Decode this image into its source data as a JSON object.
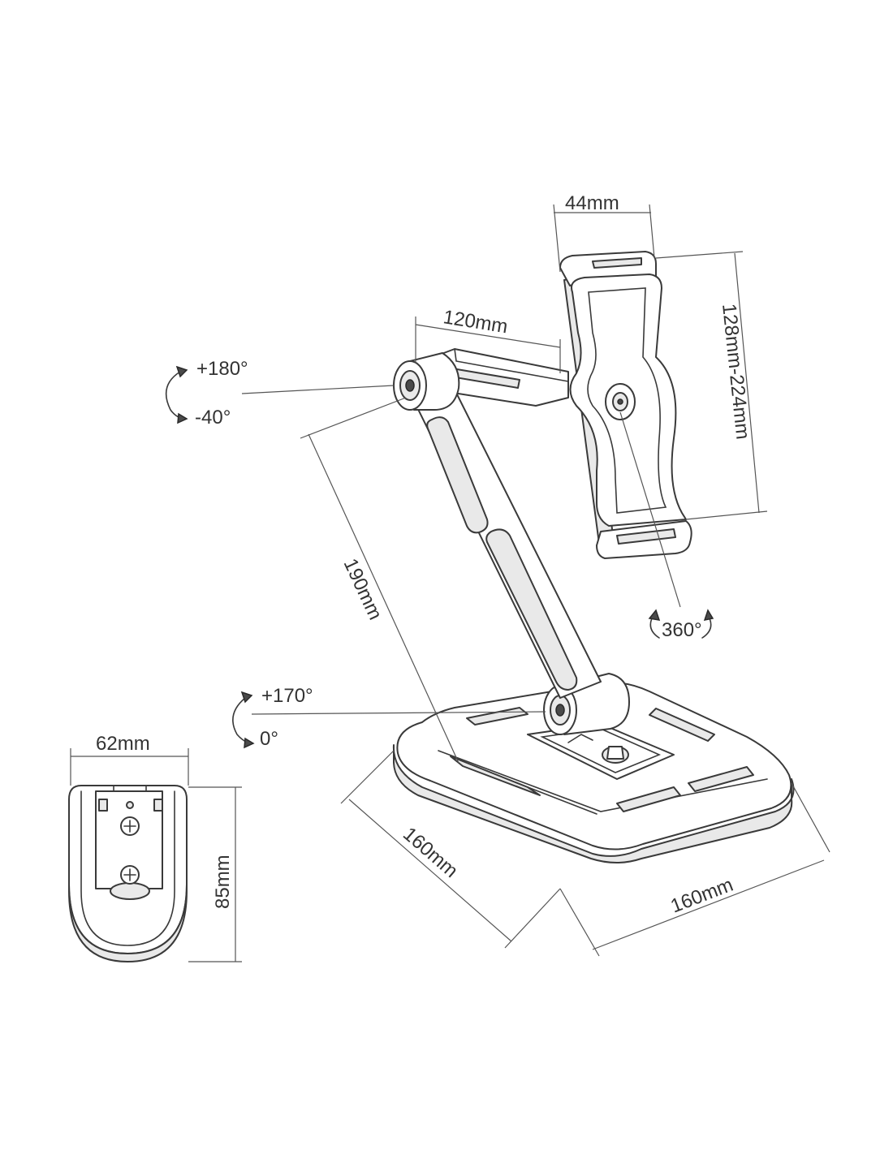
{
  "labels": {
    "holder_width": "44mm",
    "holder_range": "128mm-224mm",
    "arm_length": "120mm",
    "top_angle_plus": "+180°",
    "top_angle_minus": "-40°",
    "upright_length": "190mm",
    "rotation": "360°",
    "bottom_angle_plus": "+170°",
    "bottom_angle_zero": "0°",
    "base_depth": "160mm",
    "base_width": "160mm",
    "clip_width": "62mm",
    "clip_height": "85mm"
  },
  "colors": {
    "line": "#3a3a3a",
    "text": "#333333",
    "background": "#ffffff"
  }
}
